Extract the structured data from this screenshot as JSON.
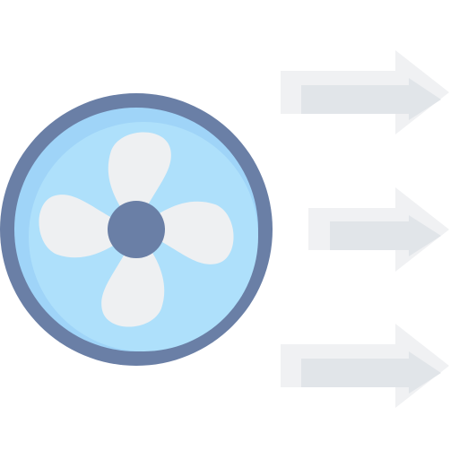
{
  "icon": {
    "subject": "fan-icon",
    "fan": {
      "blade_count": 4,
      "colors": {
        "ring": "#6a7fa6",
        "face": "#aee0fb",
        "face_shade": "#9fd4f8",
        "blade": "#eef0f2",
        "hub": "#6a7fa6"
      }
    },
    "airflow": {
      "arrow_count": 3,
      "direction": "right",
      "colors": {
        "arrow_light": "#f0f1f3",
        "arrow_dark": "#e1e5e9"
      }
    }
  }
}
